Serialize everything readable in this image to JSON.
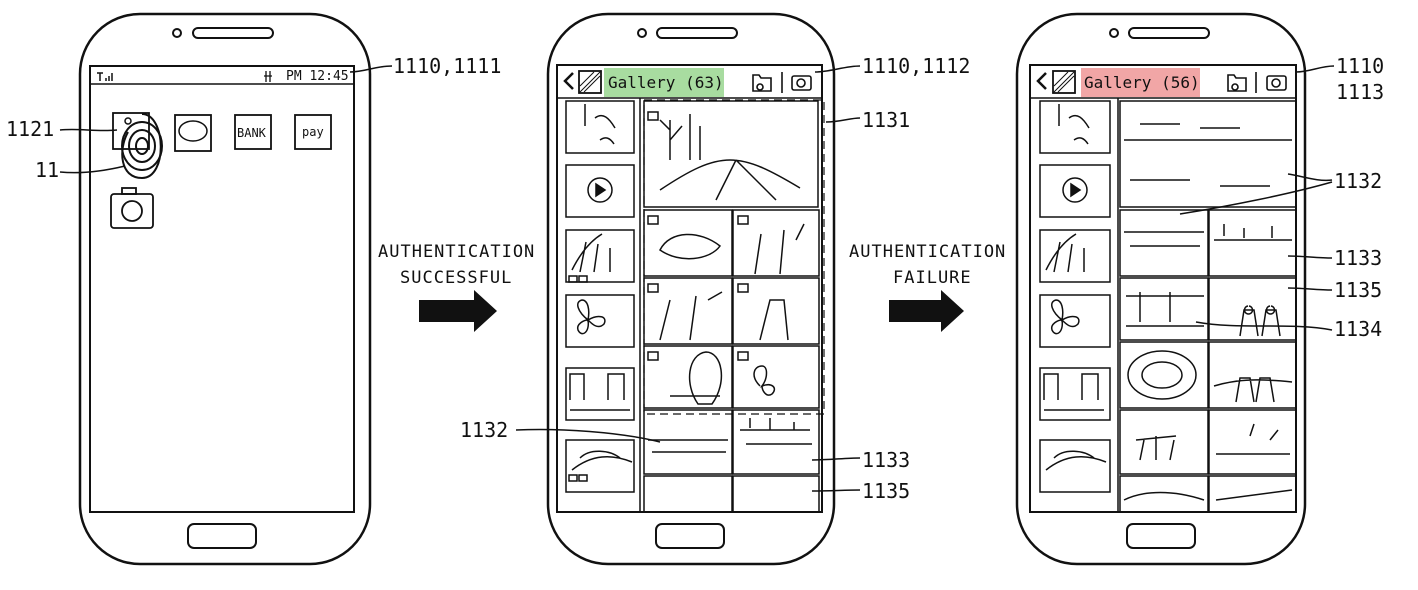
{
  "phone1": {
    "status_time": "PM 12:45",
    "ref_label": "1110,1111",
    "apps": {
      "bank": "BANK",
      "pay": "pay"
    },
    "callouts": {
      "lock_icon": "1121",
      "fingerprint": "11"
    }
  },
  "transition1": {
    "line1": "AUTHENTICATION",
    "line2": "SUCCESSFUL"
  },
  "phone2": {
    "gallery_title": "Gallery (63)",
    "title_highlight": "#a8dca0",
    "ref_label": "1110,1112",
    "callouts": {
      "region": "1131",
      "image_a": "1132",
      "image_b": "1133",
      "image_c": "1135"
    }
  },
  "transition2": {
    "line1": "AUTHENTICATION",
    "line2": "FAILURE"
  },
  "phone3": {
    "gallery_title": "Gallery (56)",
    "title_highlight": "#f1a6a6",
    "ref_label_1": "1110",
    "ref_label_2": "1113",
    "callouts": {
      "image_a": "1132",
      "image_b": "1133",
      "image_c": "1135",
      "image_d": "1134"
    }
  }
}
